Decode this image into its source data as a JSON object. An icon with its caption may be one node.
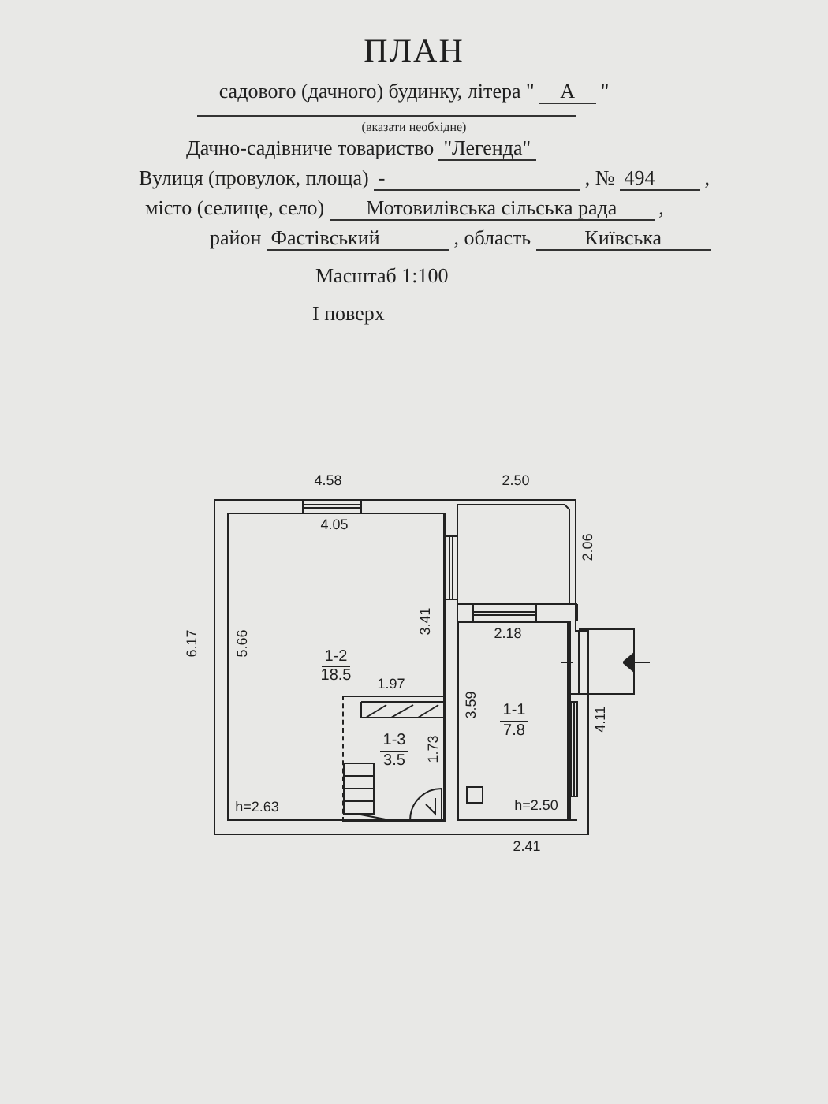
{
  "diagram": {
    "title": "ПЛАН",
    "nodes": [
      {
        "text": [
          "1-2",
          "18.5"
        ]
      },
      {
        "text": [
          "1-3",
          "3.5"
        ],
        "in": 0
      },
      {
        "text": [
          "1-1",
          "7.8"
        ]
      }
    ],
    "labels": [
      "садового (дачного) будинку, літера \"",
      "А",
      "\"",
      "(вказати необхідне)",
      "Дачно-садівниче товариство",
      "\"Легенда\"",
      "Вулиця (провулок, площа)",
      "-",
      ", №",
      "494",
      ",",
      "місто (селище, село)",
      "Мотовилівська сільська рада",
      ",",
      "район",
      "Фастівський",
      ", область",
      "Київська",
      "Масштаб 1:100",
      "I поверх",
      "4.58",
      "2.50",
      "4.05",
      "2.06",
      "6.17",
      "5.66",
      "3.41",
      "2.18",
      "1.97",
      "3.59",
      "4.11",
      "1.73",
      "h=2.63",
      "h=2.50",
      "2.41"
    ]
  }
}
